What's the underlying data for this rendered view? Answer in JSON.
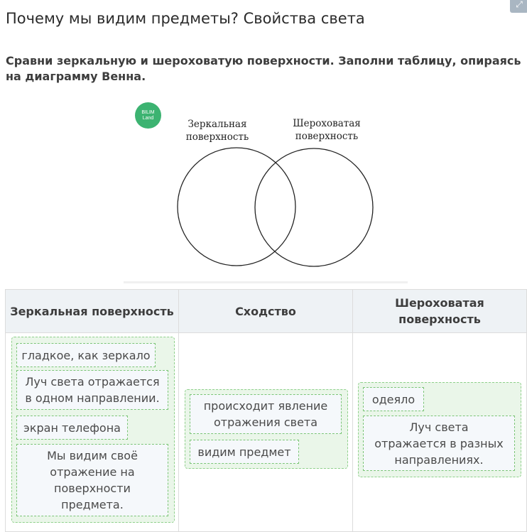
{
  "page": {
    "title": "Почему мы видим предметы? Свойства света",
    "task": "Сравни зеркальную и шероховатую поверхности. Заполни таблицу, опираясь на диаграмму Венна."
  },
  "logo": {
    "line1": "BILIM",
    "line2": "Land",
    "color": "#3cb371"
  },
  "venn": {
    "left_label_1": "Зеркальная",
    "left_label_2": "поверхность",
    "right_label_1": "Шероховатая",
    "right_label_2": "поверхность"
  },
  "table": {
    "headers": [
      "Зеркальная поверхность",
      "Сходство",
      "Шероховатая поверхность"
    ],
    "mirror": [
      "гладкое, как зеркало",
      "Луч света отражается в одном направлении.",
      "экран телефона",
      "Мы видим своё отражение на поверхности предмета."
    ],
    "similarity": [
      "происходит явление отражения света",
      "видим предмет"
    ],
    "rough": [
      "одеяло",
      "Луч света отражается в разных направлениях."
    ]
  },
  "colors": {
    "accent_green": "#8fd08b",
    "zone_bg": "#eaf6e9",
    "header_bg": "#eef2f5"
  }
}
